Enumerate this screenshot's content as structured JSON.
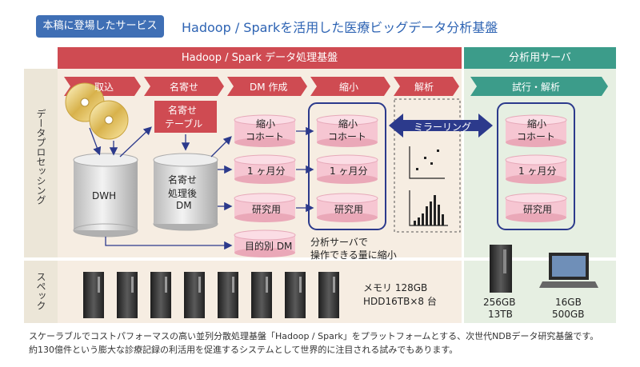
{
  "header": {
    "badge": "本稿に登場したサービス",
    "title": "Hadoop / Sparkを活用した医療ビッグデータ分析基盤"
  },
  "bars": {
    "platform": "Hadoop / Spark データ処理基盤",
    "server": "分析用サーバ"
  },
  "rows": {
    "processing": "データプロセッシング",
    "spec": "スペック"
  },
  "steps": [
    "取込",
    "名寄せ",
    "DM 作成",
    "縮小",
    "解析",
    "試行・解析"
  ],
  "nodes": {
    "dwh": "DWH",
    "name_table_1": "名寄せ",
    "name_table_2": "テーブル",
    "dm_1": "名寄せ",
    "dm_2": "処理後",
    "dm_3": "DM",
    "cohort_1": "縮小",
    "cohort_2": "コホート",
    "month": "1 ヶ月分",
    "research": "研究用",
    "purpose_dm": "目的別 DM",
    "mirroring": "ミラーリング",
    "server_note_1": "分析サーバで",
    "server_note_2": "操作できる量に縮小"
  },
  "spec": {
    "memory": "メモリ 128GB",
    "hdd": "HDD16TB×8 台",
    "tower_1": "256GB",
    "tower_2": "13TB",
    "laptop_1": "16GB",
    "laptop_2": "500GB"
  },
  "footer": {
    "line1": "スケーラブルでコストパフォーマスの高い並列分散処理基盤「Hadoop / Spark」をプラットフォームとする、次世代NDBデータ研究基盤です。",
    "line2": "約130億件という膨大な診療記録の利活用を促進するシステムとして世界的に注目される試みでもあります。"
  },
  "colors": {
    "accent_blue": "#3f6fb5",
    "platform_red": "#cf4b52",
    "server_green": "#3c9c8a",
    "cylinder_pink": "#f6c6d2",
    "frame_navy": "#2c3a8c"
  }
}
